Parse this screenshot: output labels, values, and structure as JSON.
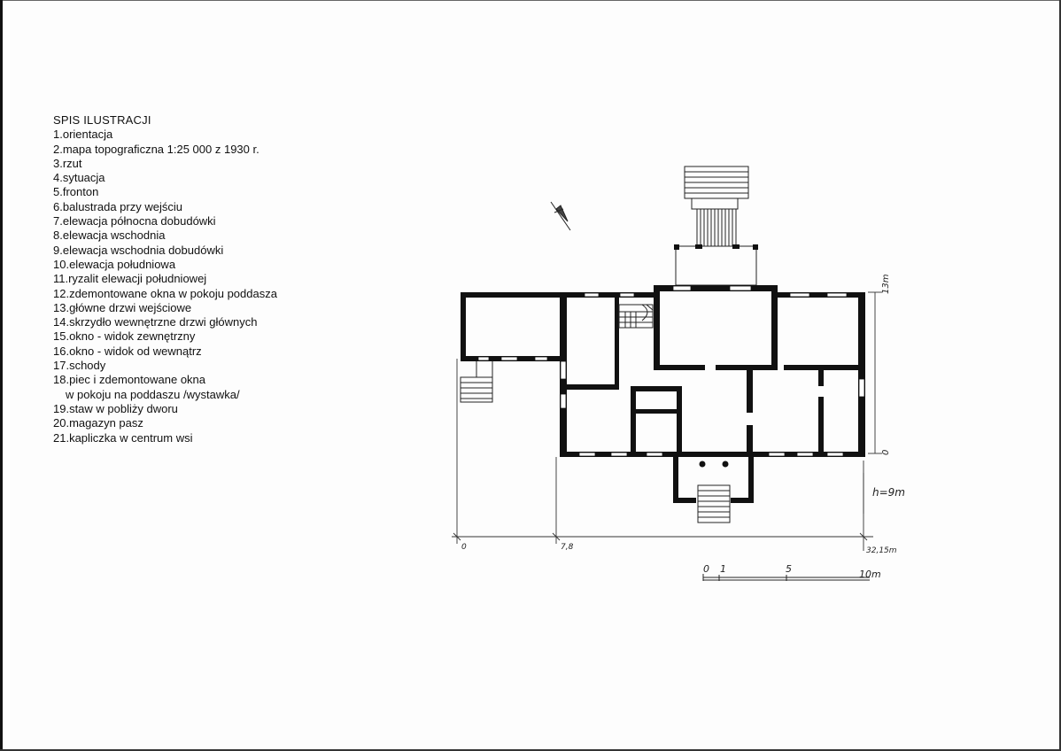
{
  "legend": {
    "title": "SPIS  ILUSTRACJI",
    "items": [
      "1.orientacja",
      "2.mapa topograficzna 1:25 000 z 1930 r.",
      "3.rzut",
      "4.sytuacja",
      "5.fronton",
      "6.balustrada  przy wejściu",
      "7.elewacja północna dobudówki",
      "8.elewacja wschodnia",
      "9.elewacja wschodnia dobudówki",
      "10.elewacja południowa",
      "11.ryzalit elewacji południowej",
      "12.zdemontowane okna w pokoju poddasza",
      "13.główne drzwi wejściowe",
      "14.skrzydło wewnętrzne drzwi głównych",
      "15.okno - widok zewnętrzny",
      "16.okno - widok od wewnątrz",
      "17.schody",
      "18.piec i zdemontowane okna",
      "w pokoju na poddaszu /wystawka/",
      "19.staw w pobliży dworu",
      "20.magazyn pasz",
      "21.kapliczka w centrum wsi"
    ]
  },
  "plan": {
    "dimensions": {
      "left_end": "0",
      "mid_mark": "7,8",
      "right_end": "32,15m",
      "height_top": "13m",
      "height_zero": "0",
      "height_total": "h=9m"
    },
    "scale_bar": {
      "tick_0": "0",
      "tick_1": "1",
      "tick_5": "5",
      "tick_10": "10m"
    },
    "icons": {
      "north_arrow": "north-arrow-icon"
    },
    "colors": {
      "wall": "#111111",
      "line": "#222222"
    }
  }
}
